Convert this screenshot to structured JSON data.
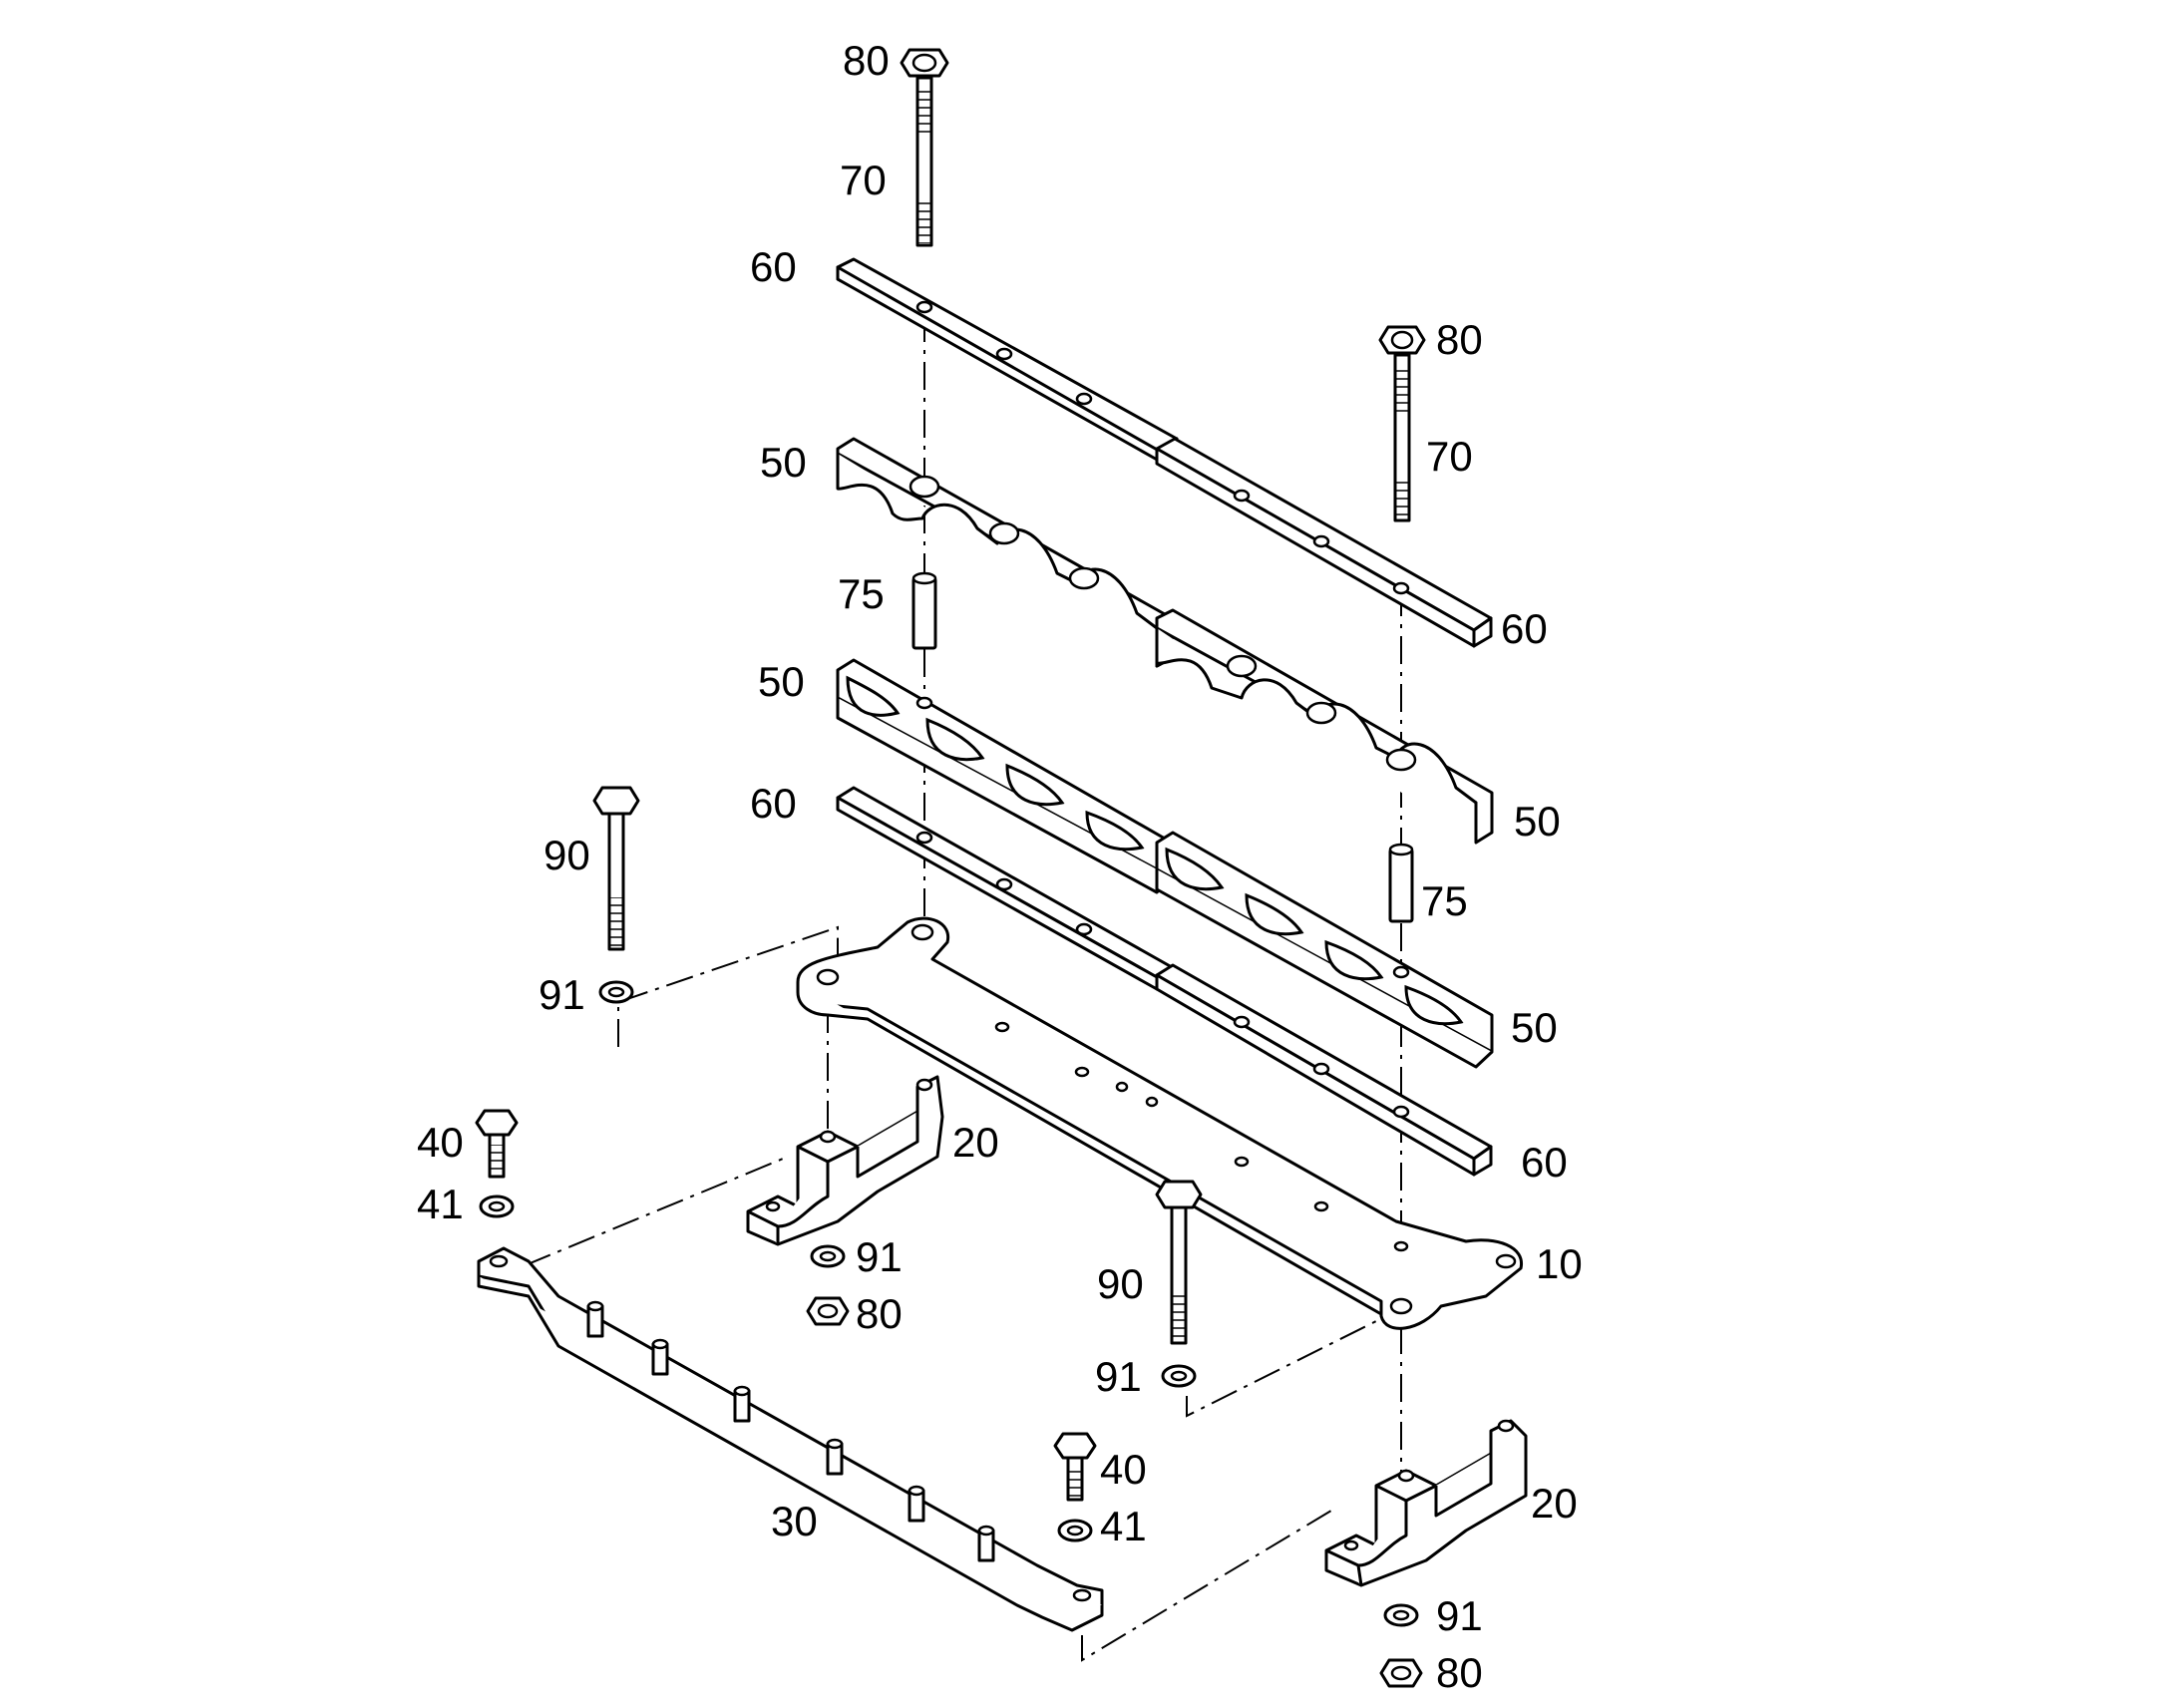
{
  "callouts": {
    "c80a": "80",
    "c70a": "70",
    "c60a": "60",
    "c80b": "80",
    "c70b": "70",
    "c50a": "50",
    "c75a": "75",
    "c60b": "60",
    "c50b": "50",
    "c60c": "60",
    "c50c": "50",
    "c90a": "90",
    "c75b": "75",
    "c91a": "91",
    "c50d": "50",
    "c40a": "40",
    "c20a": "20",
    "c60d": "60",
    "c41a": "41",
    "c91b": "91",
    "c90b": "90",
    "c10": "10",
    "c80c": "80",
    "c91c": "91",
    "c40b": "40",
    "c30": "30",
    "c41b": "41",
    "c20b": "20",
    "c91d": "91",
    "c80d": "80"
  }
}
